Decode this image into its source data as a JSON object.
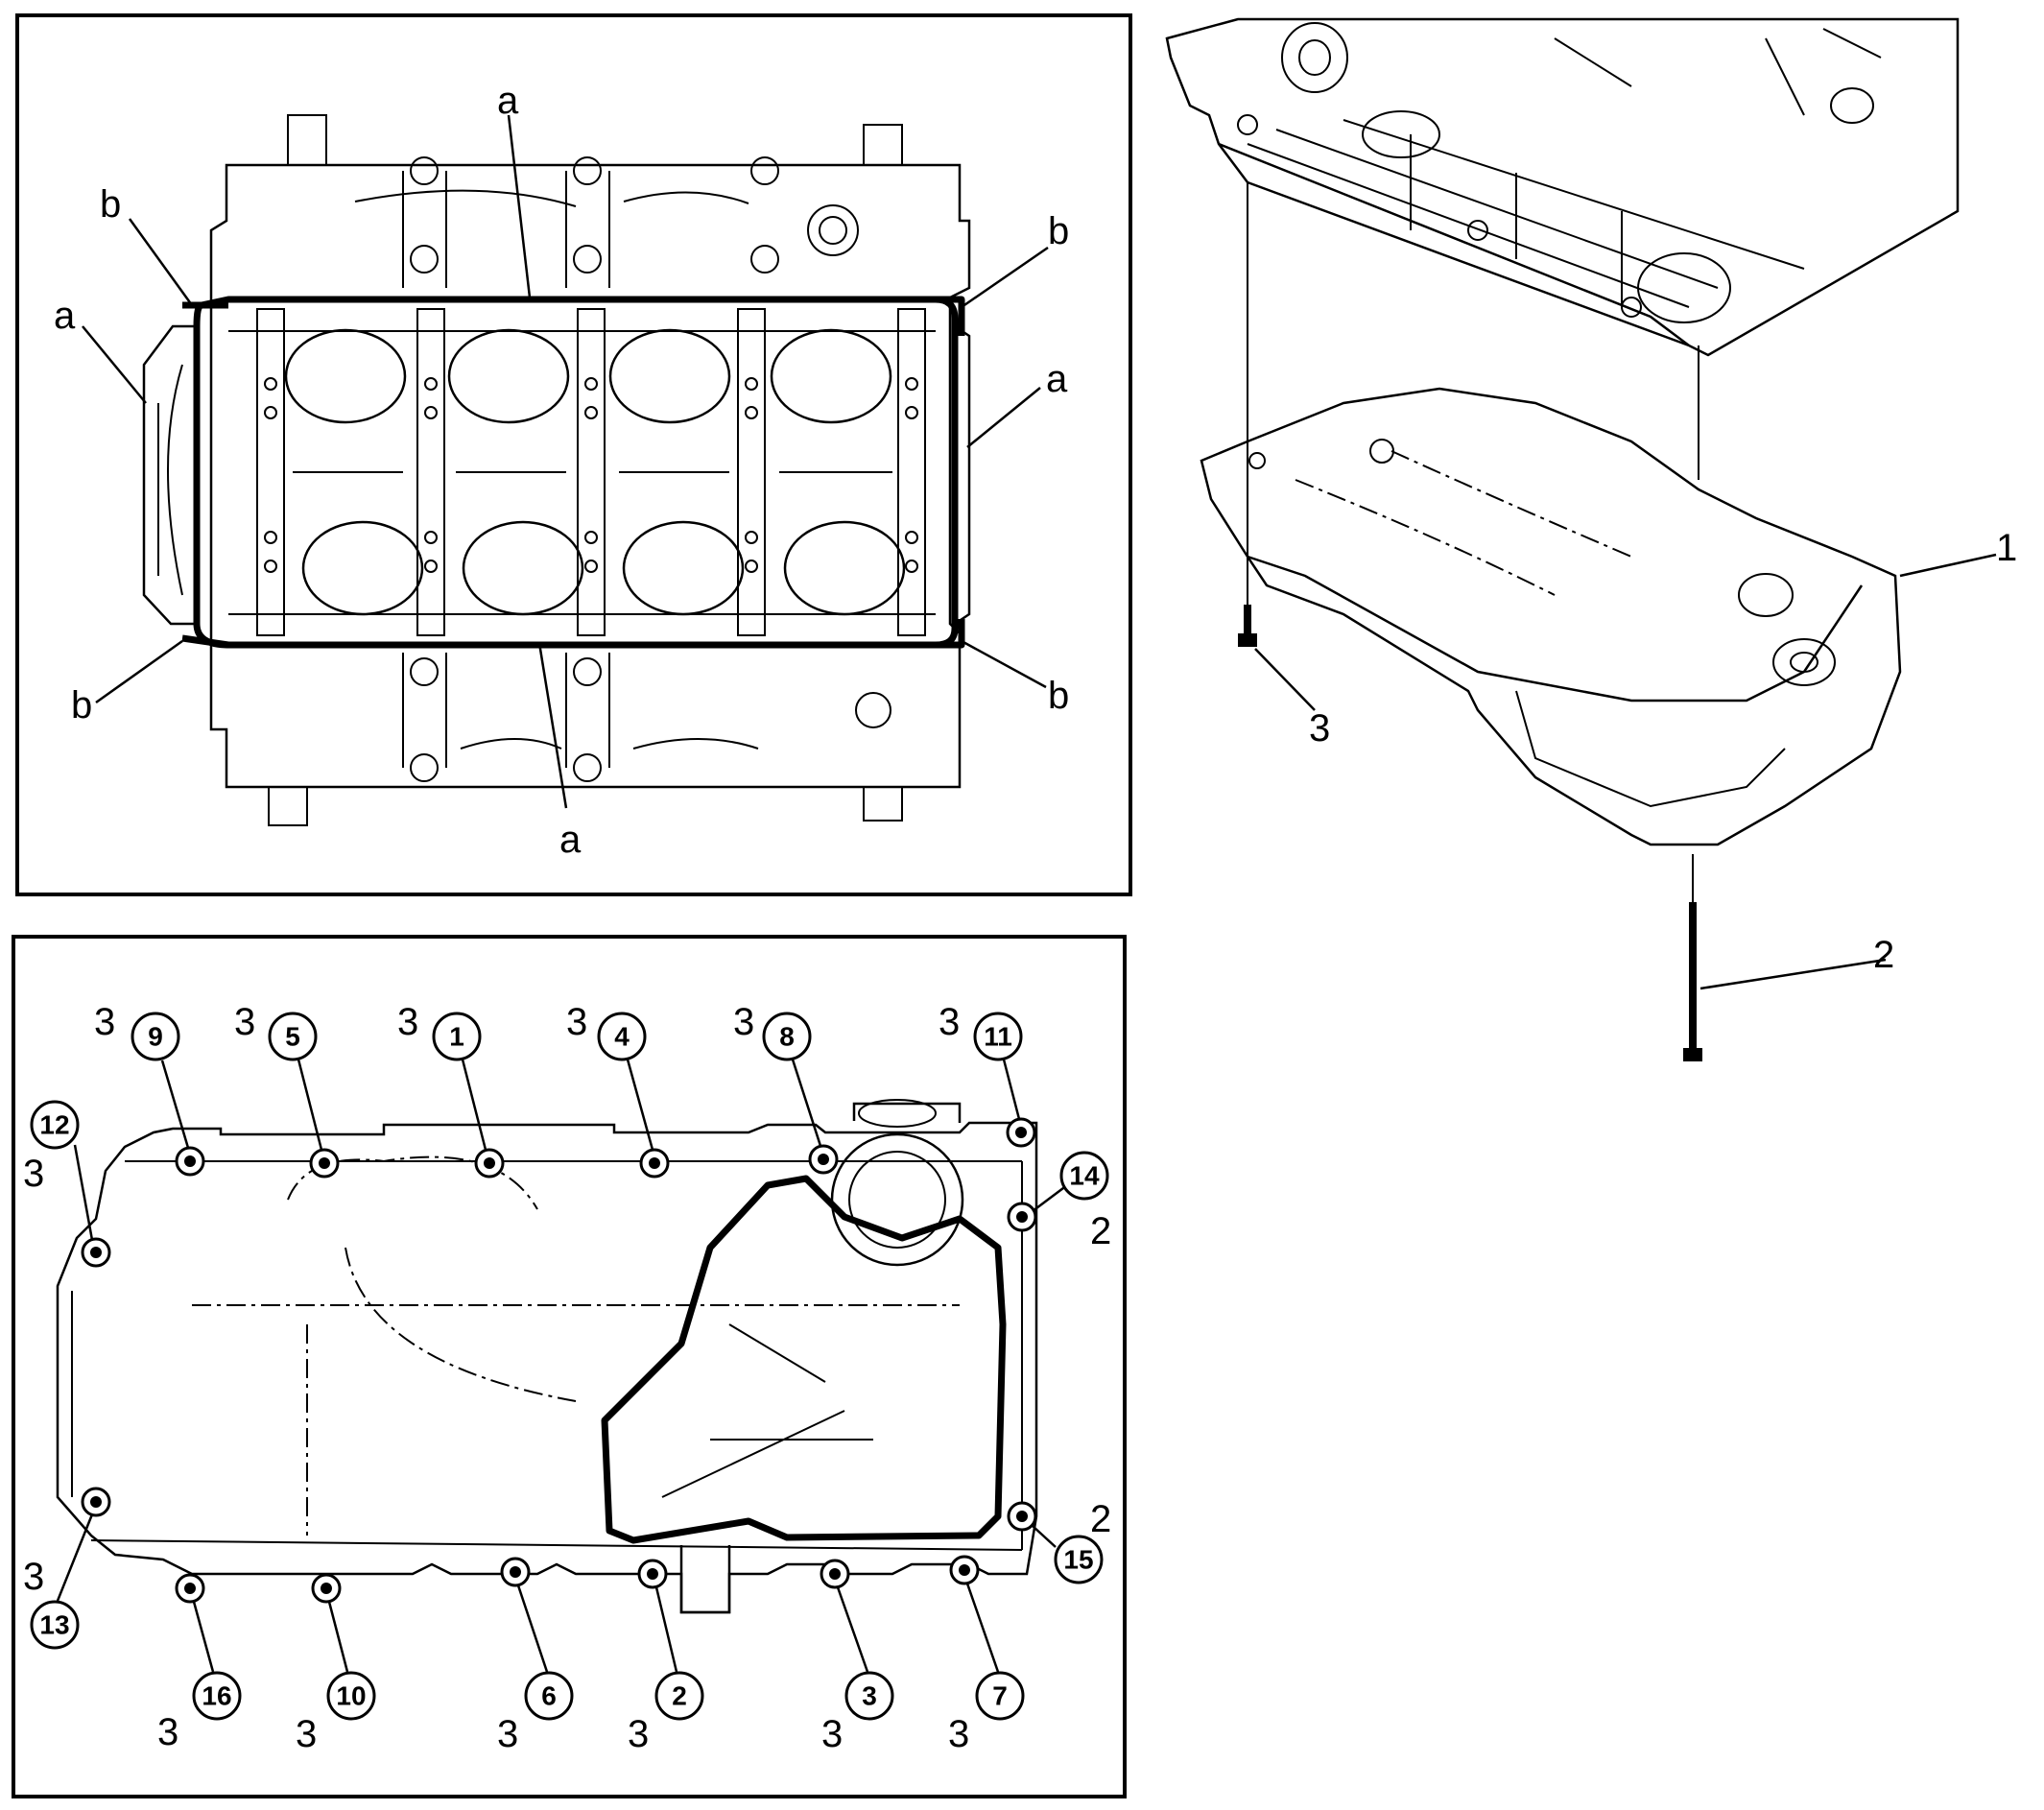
{
  "block_labels": {
    "a_top": "a",
    "a_left": "a",
    "a_right": "a",
    "a_bottom": "a",
    "b_top_left": "b",
    "b_top_right": "b",
    "b_bottom_left": "b",
    "b_bottom_right": "b"
  },
  "exploded_labels": {
    "pan": "1",
    "long_bolt": "2",
    "short_bolt": "3"
  },
  "sequence": {
    "bolt_label": "3",
    "long_bolt_label": "2",
    "top": [
      "9",
      "5",
      "1",
      "4",
      "8",
      "11"
    ],
    "left_top": "12",
    "left_bottom": "13",
    "right_top": "14",
    "right_bottom": "15",
    "bottom": [
      "16",
      "10",
      "6",
      "2",
      "3",
      "7"
    ]
  }
}
